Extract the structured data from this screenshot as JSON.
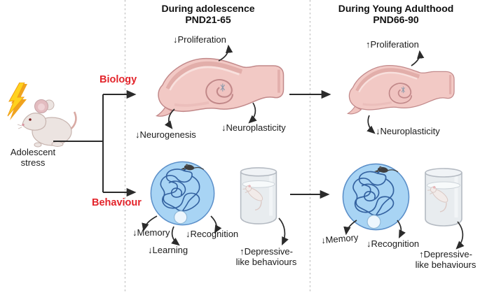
{
  "figure": {
    "left": {
      "stress_line1": "Adolescent",
      "stress_line2": "stress",
      "biology": "Biology",
      "behaviour": "Behaviour"
    },
    "adolescence": {
      "title": "During adolescence",
      "subtitle": "PND21-65",
      "proliferation": "↓Proliferation",
      "neurogenesis": "↓Neurogenesis",
      "neuroplasticity": "↓Neuroplasticity",
      "memory": "↓Memory",
      "learning": "↓Learning",
      "recognition": "↓Recognition",
      "depressive1": "↑Depressive-",
      "depressive2": "like behaviours"
    },
    "young_adulthood": {
      "title": "During Young Adulthood",
      "subtitle": "PND66-90",
      "proliferation": "↑Proliferation",
      "neuroplasticity": "↓Neuroplasticity",
      "memory": "↓Memory",
      "recognition": "↓Recognition",
      "depressive1": "↑Depressive-",
      "depressive2": "like behaviours"
    },
    "icons": {
      "lightning": "lightning-bolt",
      "stressed_mouse": "lab-mouse",
      "hippocampus": "hippocampus-cross-section",
      "water_maze": "morris-water-maze-with-swim-path",
      "swim_cylinder": "forced-swim-test-cylinder"
    },
    "colors": {
      "accent_red": "#e3242b",
      "line_black": "#2b2b2b",
      "divider_gray": "#c4c4c4",
      "maze_blue": "#a8d4f4",
      "maze_border": "#5b8fc9",
      "track_blue": "#2d5c9b",
      "brain_pink": "#f2c9c5",
      "brain_outline": "#c2898a",
      "cylinder_gray": "#e8ecef",
      "lightning_yellow": "#ffd21e"
    }
  }
}
